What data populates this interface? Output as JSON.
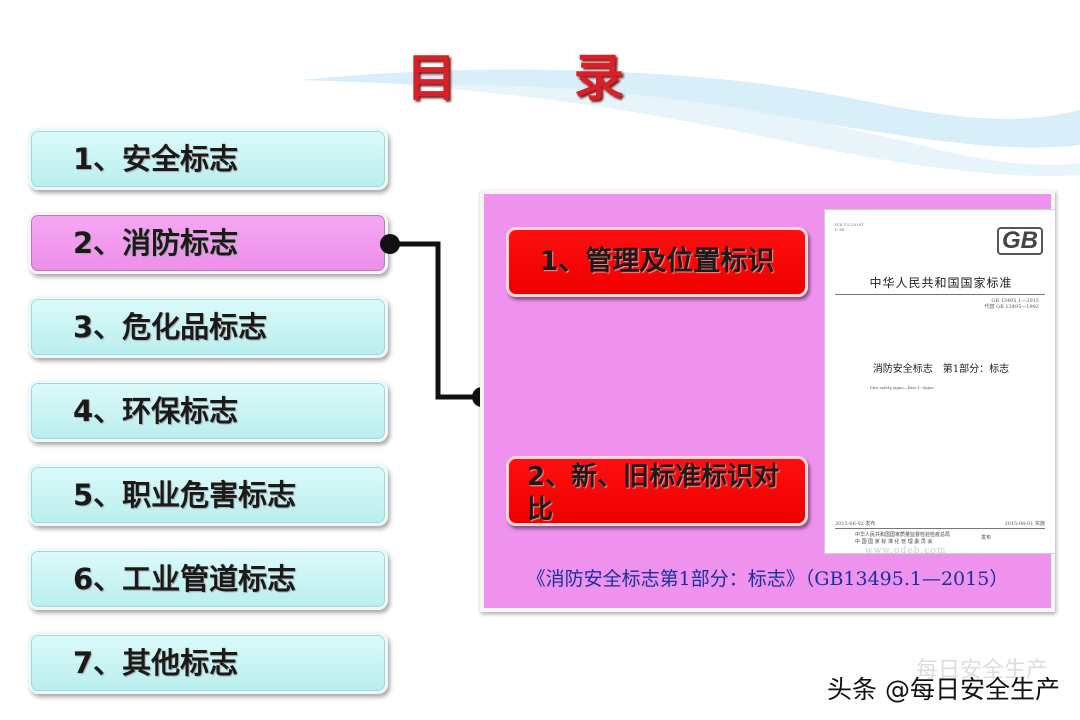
{
  "title": "目 录",
  "menu": {
    "items": [
      {
        "label": "1、安全标志"
      },
      {
        "label": "2、消防标志"
      },
      {
        "label": "3、危化品标志"
      },
      {
        "label": "4、环保标志"
      },
      {
        "label": "5、职业危害标志"
      },
      {
        "label": "6、工业管道标志"
      },
      {
        "label": "7、其他标志"
      }
    ],
    "active_index": 1
  },
  "panel": {
    "button1": "1、管理及位置标识",
    "button2": "2、新、旧标准标识对比",
    "caption": "《消防安全标志第1部分：标志》（GB13495.1—2015）",
    "doc": {
      "header_small": "ICS 13.220.01\nC 80",
      "logo": "GB",
      "standard_name": "中华人民共和国国家标准",
      "number": "GB 13495.1—2015\n代替 GB 13495—1992",
      "doc_title": "消防安全标志　第1部分：标志",
      "doc_subtitle": "Fire safety signs—Part 1: Signs",
      "date_issued": "2015-06-02 发布",
      "date_effective": "2015-08-01 实施",
      "issuer": "中华人民共和国国家质量监督检验检疫总局\n中 国 国 家 标 准 化 管 理 委 员 会",
      "issuer_tag": "发布",
      "watermark": "www.gdeb.com"
    }
  },
  "watermark_faint": "每日安全生产",
  "watermark": "头条 @每日安全生产",
  "colors": {
    "title": "#d8202a",
    "menu_default": "#c6f2f2",
    "menu_active": "#ef96ee",
    "panel": "#ee92ee",
    "button": "#ff0000",
    "caption": "#1a2fa0"
  }
}
